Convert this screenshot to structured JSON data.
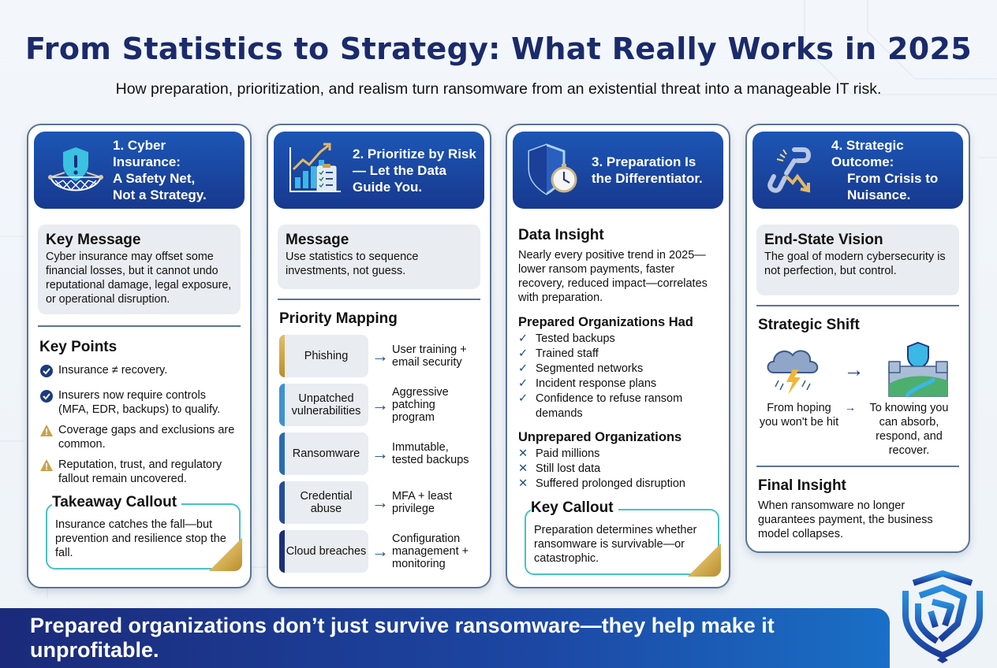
{
  "header": {
    "title": "From Statistics to Strategy: What Really Works in 2025",
    "subtitle": "How preparation, prioritization, and realism turn ransomware from an existential threat into a manageable IT risk."
  },
  "colors": {
    "title": "#1a2a6b",
    "card_header": "#17398f",
    "callout_border": "#45c1c9",
    "gold": "#d9b55b",
    "check_blue": "#1f4c8a",
    "warning": "#c9a24a"
  },
  "cards": [
    {
      "icon": "shield-net-icon",
      "title_lines": [
        "1. Cyber Insurance:",
        "A Safety Net,",
        "Not a Strategy."
      ],
      "message_title": "Key Message",
      "message_text": "Cyber insurance may offset some financial losses, but it cannot undo reputational damage, legal exposure, or operational disruption.",
      "points_title": "Key Points",
      "points": [
        {
          "icon": "check-circle-icon",
          "text": "Insurance ≠ recovery."
        },
        {
          "icon": "check-circle-icon",
          "text": "Insurers now require controls (MFA, EDR, backups) to qualify."
        },
        {
          "icon": "warning-icon",
          "text": "Coverage gaps and exclusions are common."
        },
        {
          "icon": "warning-icon",
          "text": "Reputation, trust, and regulatory fallout remain uncovered."
        }
      ],
      "callout_title": "Takeaway Callout",
      "callout_text": "Insurance catches the fall—but prevention and resilience stop the fall."
    },
    {
      "icon": "chart-checklist-icon",
      "title_lines": [
        "2. Prioritize by Risk",
        "— Let the Data",
        "Guide You."
      ],
      "message_title": "Message",
      "message_text": "Use statistics to sequence investments, not guess.",
      "mapping_title": "Priority Mapping",
      "mapping": [
        {
          "risk": "Phishing",
          "action": "User training + email security",
          "color": "#c9a24a"
        },
        {
          "risk": "Unpatched vulnerabilities",
          "action": "Aggressive patching program",
          "color": "#3d93d0"
        },
        {
          "risk": "Ransomware",
          "action": "Immutable, tested backups",
          "color": "#2a6bb0"
        },
        {
          "risk": "Credential abuse",
          "action": "MFA + least privilege",
          "color": "#244f98"
        },
        {
          "risk": "Cloud breaches",
          "action": "Configuration management + monitoring",
          "color": "#1c2f7a"
        }
      ]
    },
    {
      "icon": "shield-stopwatch-icon",
      "title_lines": [
        "3. Preparation Is",
        "the Differentiator."
      ],
      "insight_title": "Data Insight",
      "insight_text": "Nearly every positive trend in 2025—lower ransom payments, faster recovery, reduced impact—correlates with preparation.",
      "prepared_title": "Prepared Organizations Had",
      "prepared": [
        "Tested backups",
        "Trained staff",
        "Segmented networks",
        "Incident response plans",
        "Confidence to refuse ransom demands"
      ],
      "unprepared_title": "Unprepared Organizations",
      "unprepared": [
        "Paid millions",
        "Still lost data",
        "Suffered prolonged disruption"
      ],
      "callout_title": "Key Callout",
      "callout_text": "Preparation determines whether ransomware is survivable—or catastrophic."
    },
    {
      "icon": "broken-chain-icon",
      "title_lines": [
        "4. Strategic Outcome:",
        "From Crisis to",
        "Nuisance."
      ],
      "vision_title": "End-State Vision",
      "vision_text": "The goal of modern cybersecurity is not perfection, but control.",
      "shift_title": "Strategic Shift",
      "shift_from": "From hoping you won't be hit",
      "shift_arrow": "→",
      "shift_to": "To knowing you can absorb, respond, and recover.",
      "final_title": "Final Insight",
      "final_text": "When ransomware no longer guarantees payment, the business model collapses."
    }
  ],
  "banner": {
    "text": "Prepared organizations don’t just survive ransomware—they help make it unprofitable."
  },
  "symbols": {
    "arrow": "→",
    "check": "✓",
    "cross": "✕"
  }
}
